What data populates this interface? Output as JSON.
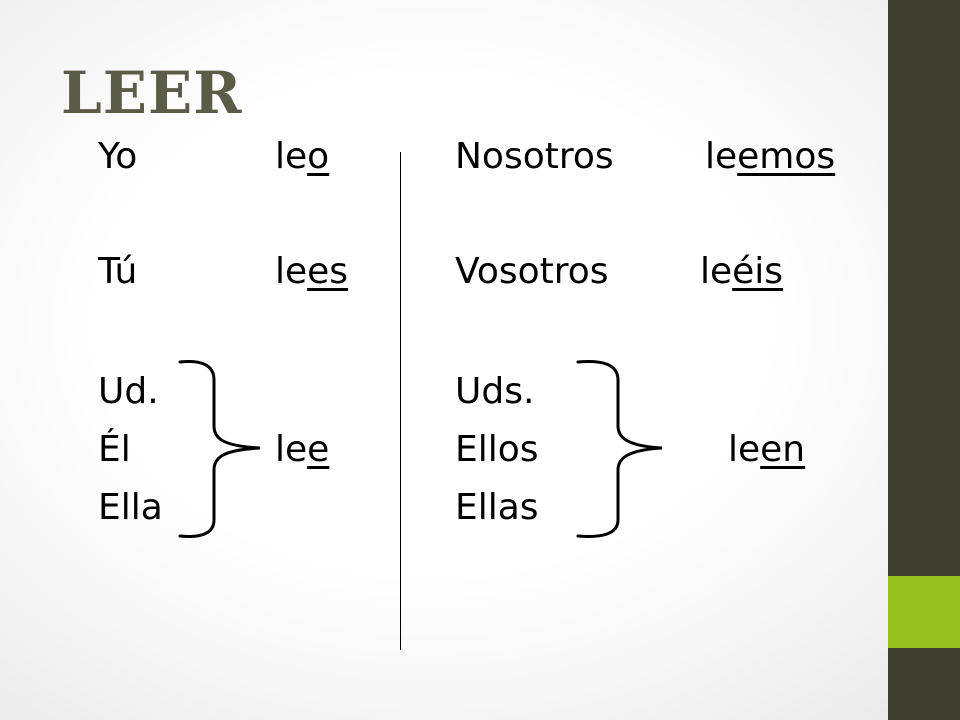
{
  "slide": {
    "title": "LEER",
    "colors": {
      "sidebar": "#3f3f30",
      "accent": "#96c11f",
      "title": "#5b5b48",
      "text": "#000000"
    }
  },
  "singular": {
    "yo": {
      "pronoun": "Yo",
      "stem": "le",
      "ending": "o"
    },
    "tu": {
      "pronoun": "Tú",
      "stem": "le",
      "ending": "es"
    },
    "third": {
      "pronouns": [
        "Ud.",
        "Él",
        "Ella"
      ],
      "stem": "le",
      "ending": "e"
    }
  },
  "plural": {
    "nosotros": {
      "pronoun": "Nosotros",
      "stem": "le",
      "ending": "emos"
    },
    "vosotros": {
      "pronoun": "Vosotros",
      "stem": "le",
      "ending": "éis"
    },
    "third": {
      "pronouns": [
        "Uds.",
        "Ellos",
        "Ellas"
      ],
      "stem": "le",
      "ending": "en"
    }
  }
}
